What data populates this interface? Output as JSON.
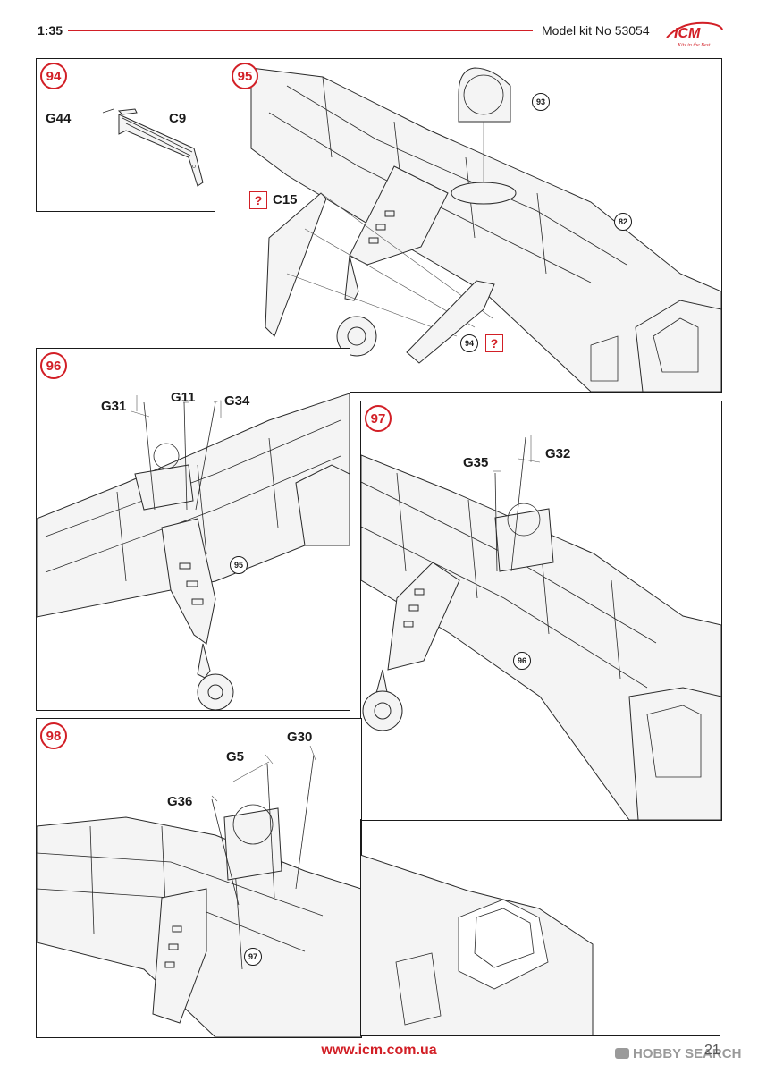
{
  "header": {
    "scale": "1:35",
    "kit": "Model kit No 53054",
    "logo_text": "ICM",
    "logo_tagline": "Kits in the Best"
  },
  "steps": {
    "s94": {
      "number": "94",
      "parts": {
        "g44": "G44",
        "c9": "C9"
      }
    },
    "s95": {
      "number": "95",
      "parts": {
        "c15": "C15"
      },
      "refs": {
        "r93": "93",
        "r82": "82",
        "r94": "94"
      },
      "markers": {
        "q1": "?",
        "q2": "?"
      }
    },
    "s96": {
      "number": "96",
      "parts": {
        "g31": "G31",
        "g11": "G11",
        "g34": "G34"
      },
      "refs": {
        "r95": "95"
      }
    },
    "s97": {
      "number": "97",
      "parts": {
        "g35": "G35",
        "g32": "G32"
      },
      "refs": {
        "r96": "96"
      }
    },
    "s98": {
      "number": "98",
      "parts": {
        "g30": "G30",
        "g5": "G5",
        "g36": "G36"
      },
      "refs": {
        "r97": "97"
      }
    }
  },
  "footer": {
    "url": "www.icm.com.ua",
    "page": "21"
  },
  "watermark": "HOBBY SEARCH",
  "colors": {
    "accent": "#d21f26",
    "ink": "#1a1a1a"
  }
}
